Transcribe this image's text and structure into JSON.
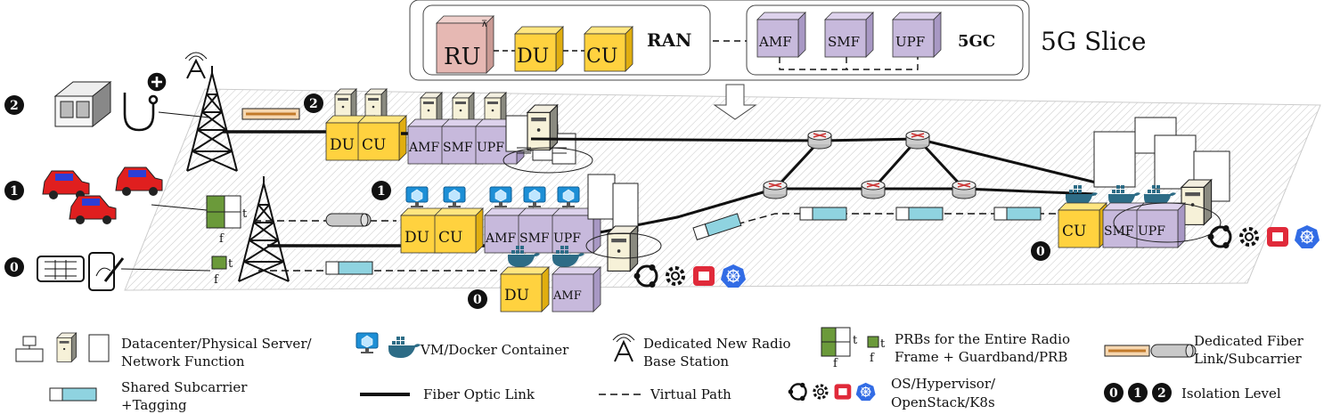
{
  "slice_box": {
    "title": "5G Slice",
    "ran": {
      "label": "RAN",
      "ru": "RU",
      "du": "DU",
      "cu": "CU"
    },
    "core": {
      "label": "5GC",
      "amf": "AMF",
      "smf": "SMF",
      "upf": "UPF"
    }
  },
  "isolation_markers": {
    "level0": "0",
    "level1": "1",
    "level2": "2"
  },
  "nf_labels": {
    "du": "DU",
    "cu": "CU",
    "amf": "AMF",
    "smf": "SMF",
    "upf": "UPF"
  },
  "prb_labels": {
    "time": "t",
    "freq": "f"
  },
  "legend": {
    "datacenter": {
      "text1": "Datacenter/Physical Server/",
      "text2": "Network Function"
    },
    "vm_docker": {
      "text": "VM/Docker Container"
    },
    "base_station": {
      "text1": "Dedicated New Radio",
      "text2": "Base Station"
    },
    "prb": {
      "text1": "PRBs for the Entire Radio",
      "text2": "Frame + Guardband/PRB"
    },
    "fiber_link": {
      "text1": "Dedicated Fiber",
      "text2": "Link/Subcarrier"
    },
    "shared_subcarrier": {
      "text1": "Shared Subcarrier",
      "text2": "+Tagging"
    },
    "fiber_optic": {
      "text": "Fiber Optic Link"
    },
    "virtual_path": {
      "text": "Virtual Path"
    },
    "os_stack": {
      "text1": "OS/Hypervisor/",
      "text2": "OpenStack/K8s"
    },
    "isolation": {
      "text": "Isolation Level"
    }
  },
  "colors": {
    "ru": "#e6b8b3",
    "yellow": "#ffd23f",
    "purple": "#c7b9dc",
    "cyan": "#8fd3e0",
    "green": "#6b9a3a",
    "docker": "#2d6c86",
    "red": "#e02a3a",
    "k8s": "#326ce5",
    "vm": "#1d8fd6"
  }
}
